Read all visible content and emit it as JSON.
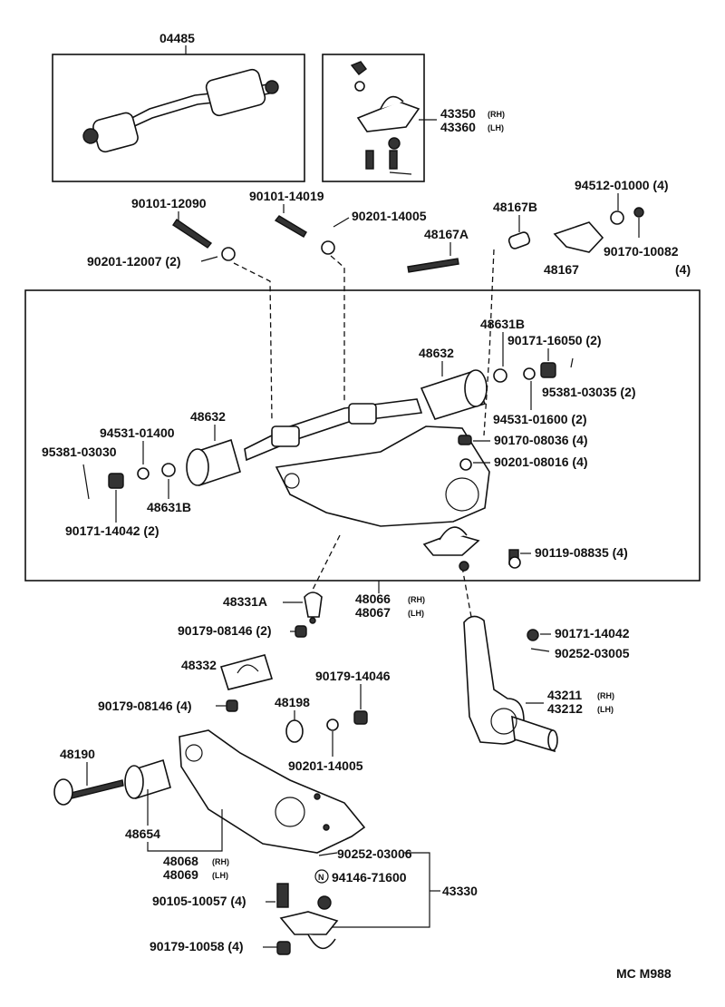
{
  "labels": {
    "p04485": "04485",
    "p43350": "43350",
    "p43360": "43360",
    "p94512": "94512-01000 (4)",
    "p90101_12090": "90101-12090",
    "p90101_14019": "90101-14019",
    "p90201_14005a": "90201-14005",
    "p48167B": "48167B",
    "p48167A": "48167A",
    "p90170_10082": "90170-10082",
    "p90170_10082q": "(4)",
    "p90201_12007": "90201-12007 (2)",
    "p48167": "48167",
    "p48631B_a": "48631B",
    "p90171_16050": "90171-16050 (2)",
    "p48632_a": "48632",
    "p95381_03035": "95381-03035 (2)",
    "p94531_01600": "94531-01600 (2)",
    "p48632_b": "48632",
    "p94531_01400": "94531-01400",
    "p90170_08036": "90170-08036 (4)",
    "p95381_03030": "95381-03030",
    "p90201_08016": "90201-08016 (4)",
    "p48631B_b": "48631B",
    "p90171_14042a": "90171-14042 (2)",
    "p90119_08835": "90119-08835 (4)",
    "p48331A": "48331A",
    "p48066": "48066",
    "p48067": "48067",
    "p90179_08146a": "90179-08146 (2)",
    "p90171_14042b": "90171-14042",
    "p90252_03005": "90252-03005",
    "p48332": "48332",
    "p90179_14046": "90179-14046",
    "p43211": "43211",
    "p43212": "43212",
    "p90179_08146b": "90179-08146 (4)",
    "p48198": "48198",
    "p48190": "48190",
    "p90201_14005b": "90201-14005",
    "p48654": "48654",
    "p48068": "48068",
    "p48069": "48069",
    "p90252_03006": "90252-03006",
    "p94146": "94146-71600",
    "p43330": "43330",
    "p90105_10057": "90105-10057 (4)",
    "p90179_10058": "90179-10058 (4)",
    "code": "MC M988"
  },
  "side_tags": {
    "rh": "(RH)",
    "lh": "(LH)",
    "n_mark": "N"
  }
}
